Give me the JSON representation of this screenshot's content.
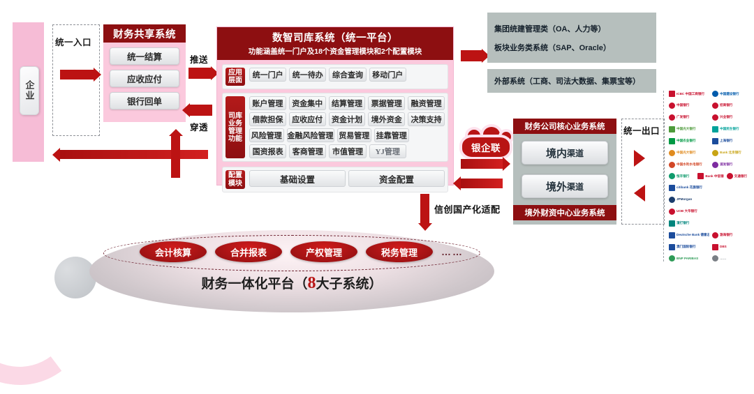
{
  "left": {
    "enterprise_label": "企业",
    "entry_gate_label": "统一入口"
  },
  "shared_system": {
    "title": "财务共享系统",
    "modules": [
      "统一结算",
      "应收应付",
      "银行回单"
    ]
  },
  "flow_labels": {
    "push": "推送",
    "penetrate": "穿透",
    "localization": "信创国产化适配"
  },
  "core": {
    "title": "数智司库系统（统一平台）",
    "subtitle": "功能涵盖统一门户及18个资金管理模块和2个配置模块",
    "app_layer": {
      "tag": "应用层面",
      "modules": [
        "统一门户",
        "统一待办",
        "综合查询",
        "移动门户"
      ]
    },
    "business_layer": {
      "tag": "司库业务管理功能",
      "rows": [
        [
          "账户管理",
          "资金集中",
          "结算管理",
          "票据管理",
          "融资管理"
        ],
        [
          "借款担保",
          "应收应付",
          "资金计划",
          "境外资金",
          "决策支持"
        ],
        [
          "风险管理",
          "金融风险管理",
          "贸易管理",
          "挂靠管理",
          ""
        ],
        [
          "国资报表",
          "客商管理",
          "市值管理",
          "YJ管理",
          ""
        ]
      ]
    },
    "config_layer": {
      "tag": "配置模块",
      "modules": [
        "基础设置",
        "资金配置"
      ]
    }
  },
  "right_systems": {
    "group_box": [
      "集团统建管理类（OA、人力等）",
      "板块业务类系统（SAP、Oracle）"
    ],
    "external_box": [
      "外部系统（工商、司法大数据、集票宝等）"
    ]
  },
  "bank_link": {
    "cloud_label": "银企联"
  },
  "finance_company": {
    "header": "财务公司核心业务系统",
    "channels": [
      {
        "main": "境内",
        "suffix": "渠道"
      },
      {
        "main": "境外",
        "suffix": "渠道"
      }
    ],
    "footer": "境外财资中心业务系统"
  },
  "exit_gate": {
    "label": "统一出口"
  },
  "platform": {
    "subsystems": [
      "会计核算",
      "合并报表",
      "产权管理",
      "税务管理"
    ],
    "more": "……",
    "title_prefix": "财务一体化平台（",
    "count": "8",
    "title_suffix": "大子系统）"
  },
  "banks": {
    "rows": [
      [
        {
          "name": "ICBC 中国工商银行",
          "color": "#c8102e"
        },
        {
          "name": "中国建设银行",
          "color": "#005bac"
        }
      ],
      [
        {
          "name": "中国银行",
          "color": "#c8102e"
        },
        {
          "name": "招商银行",
          "color": "#c8102e"
        }
      ],
      [
        {
          "name": "广发银行",
          "color": "#c8102e"
        },
        {
          "name": "兴业银行",
          "color": "#c8102e"
        }
      ],
      [
        {
          "name": "中国光大银行",
          "color": "#4d9a3a"
        },
        {
          "name": "中国民生银行",
          "color": "#00a29a"
        }
      ],
      [
        {
          "name": "中国农业银行",
          "color": "#009944"
        },
        {
          "name": "上海银行",
          "color": "#1b4c9c"
        }
      ],
      [
        {
          "name": "中国光大银行",
          "color": "#e08b1f"
        },
        {
          "name": "Bank 北京银行",
          "color": "#c8a415"
        }
      ],
      [
        {
          "name": "中国水利水电银行",
          "color": "#d24726"
        },
        {
          "name": "浦发银行",
          "color": "#7d2ba0"
        }
      ],
      [
        {
          "name": "恒丰银行",
          "color": "#0f9b6c"
        },
        {
          "name": "Bank 中信银行",
          "color": "#c8102e"
        },
        {
          "name": "交通银行",
          "color": "#c8102e"
        }
      ],
      [
        {
          "name": "citibank 花旗银行",
          "color": "#1b4c9c"
        }
      ],
      [
        {
          "name": "JPMorgan",
          "color": "#1b3d6d"
        }
      ],
      [
        {
          "name": "UOB 大华银行",
          "color": "#c8102e"
        }
      ],
      [
        {
          "name": "渣打银行",
          "color": "#00857d"
        }
      ],
      [
        {
          "name": "Deutsche Bank 德意志银行",
          "color": "#1b4c9c"
        },
        {
          "name": "渤海银行",
          "color": "#c8102e"
        }
      ],
      [
        {
          "name": "澳门国际银行",
          "color": "#1b4c9c"
        },
        {
          "name": "DBS",
          "color": "#c8102e"
        }
      ],
      [
        {
          "name": "BNP PARIBAS",
          "color": "#2e9b57"
        },
        {
          "name": "……",
          "color": "#7a7f85"
        }
      ]
    ]
  }
}
